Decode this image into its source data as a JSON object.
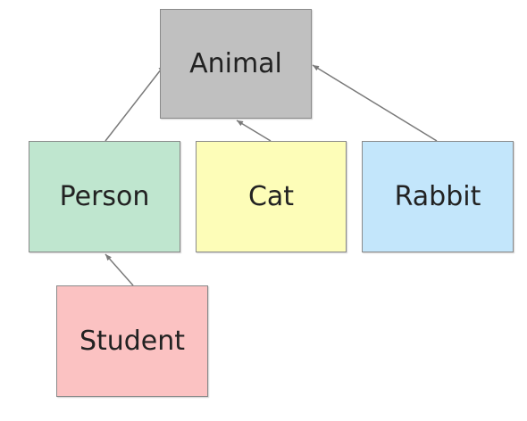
{
  "nodes": {
    "animal": {
      "label": "Animal",
      "color": "#c0c0c0"
    },
    "person": {
      "label": "Person",
      "color": "#bfe6cf"
    },
    "cat": {
      "label": "Cat",
      "color": "#fdfdb8"
    },
    "rabbit": {
      "label": "Rabbit",
      "color": "#c3e6fb"
    },
    "student": {
      "label": "Student",
      "color": "#fbc2c2"
    }
  },
  "edges": [
    {
      "from": "person",
      "to": "animal"
    },
    {
      "from": "cat",
      "to": "animal"
    },
    {
      "from": "rabbit",
      "to": "animal"
    },
    {
      "from": "student",
      "to": "person"
    }
  ],
  "edge_color": "#7a7a7a"
}
